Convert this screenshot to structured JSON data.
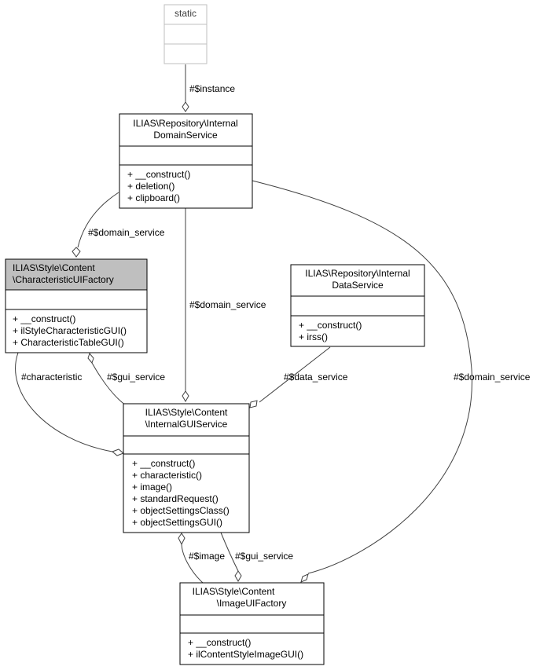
{
  "nodes": {
    "static": {
      "title": "static",
      "members": []
    },
    "domain_service": {
      "title_lines": [
        "ILIAS\\Repository\\Internal",
        "DomainService"
      ],
      "methods": [
        "+ __construct()",
        "+ deletion()",
        "+ clipboard()"
      ]
    },
    "characteristic_factory": {
      "title_lines": [
        "ILIAS\\Style\\Content",
        "\\CharacteristicUIFactory"
      ],
      "methods": [
        "+ __construct()",
        "+ ilStyleCharacteristicGUI()",
        "+ CharacteristicTableGUI()"
      ]
    },
    "data_service": {
      "title_lines": [
        "ILIAS\\Repository\\Internal",
        "DataService"
      ],
      "methods": [
        "+ __construct()",
        "+ irss()"
      ]
    },
    "gui_service": {
      "title_lines": [
        "ILIAS\\Style\\Content",
        "\\InternalGUIService"
      ],
      "methods": [
        "+ __construct()",
        "+ characteristic()",
        "+ image()",
        "+ standardRequest()",
        "+ objectSettingsClass()",
        "+ objectSettingsGUI()"
      ]
    },
    "image_factory": {
      "title_lines": [
        "ILIAS\\Style\\Content",
        "\\ImageUIFactory"
      ],
      "methods": [
        "+ __construct()",
        "+ ilContentStyleImageGUI()"
      ]
    }
  },
  "edges": {
    "instance": "#$instance",
    "domain_to_char": "#$domain_service",
    "domain_to_gui": "#$domain_service",
    "data_to_gui": "#$data_service",
    "domain_to_image": "#$domain_service",
    "char_characteristic": "#characteristic",
    "char_gui_service": "#$gui_service",
    "image_image": "#$image",
    "image_gui_service": "#$gui_service"
  }
}
